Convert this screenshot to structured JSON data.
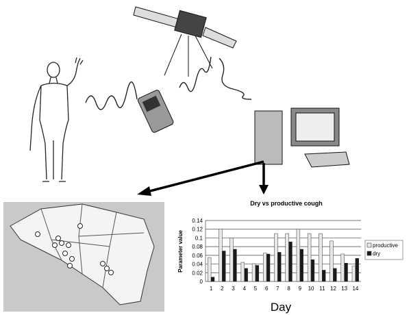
{
  "chart_data": {
    "type": "bar",
    "title": "Dry vs productive cough",
    "xlabel": "Day",
    "ylabel": "Parameter value",
    "categories": [
      "1",
      "2",
      "3",
      "4",
      "5",
      "6",
      "7",
      "8",
      "9",
      "10",
      "11",
      "12",
      "13",
      "14"
    ],
    "series": [
      {
        "name": "productive",
        "color": "#e8e8e8",
        "values": [
          0.055,
          0.12,
          0.1,
          0.044,
          0.041,
          0.065,
          0.11,
          0.11,
          0.12,
          0.11,
          0.11,
          0.093,
          0.063,
          0.035
        ]
      },
      {
        "name": "dry",
        "color": "#1a1a1a",
        "values": [
          0.01,
          0.07,
          0.074,
          0.03,
          0.037,
          0.063,
          0.067,
          0.091,
          0.074,
          0.05,
          0.026,
          0.03,
          0.042,
          0.053
        ]
      }
    ],
    "ylim": [
      0,
      0.14
    ],
    "yticks": [
      "0",
      "0.02",
      "0.04",
      "0.06",
      "0.08",
      "0.1",
      "0.12",
      "0.14"
    ],
    "grid": true,
    "legend": "right"
  },
  "icons": [
    "human-figure",
    "mobile-phone",
    "satellite",
    "desktop-computer",
    "map-of-belgium",
    "arrow"
  ]
}
